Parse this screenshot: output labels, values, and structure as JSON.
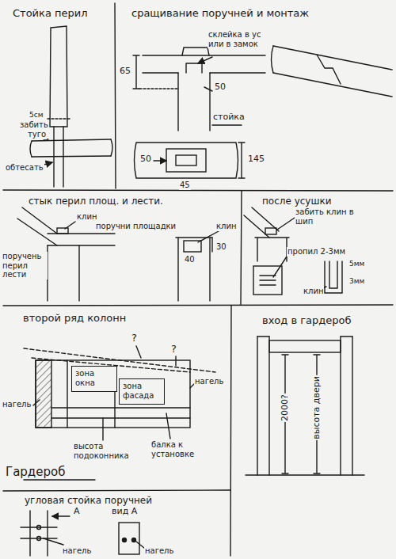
{
  "diagram": {
    "nodes": [
      {
        "text": [
          "зона окна"
        ]
      },
      {
        "text": [
          "зона фасада"
        ]
      }
    ],
    "labels": [
      "Стойка перил",
      "сращивание поручней и монтаж",
      "склейка в ус или в замок",
      "65",
      "50",
      "стойка",
      "50",
      "145",
      "45",
      "5см",
      "забить",
      "туго",
      "обтесать",
      "стык перил площ. и лести.",
      "клин",
      "поручень перил лести",
      "поручни площадки",
      "клин",
      "40",
      "30",
      "после усушки",
      "забить клин в шип",
      "пропил 2-3мм",
      "5мм",
      "3мм",
      "клин",
      "второй ряд колонн",
      "?",
      "?",
      "нагель",
      "нагель",
      "высота подоконника",
      "балка к установке",
      "Гардероб",
      "вход в гардероб",
      "2000?",
      "высота двери",
      "угловая стойка поручней",
      "А",
      "вид А",
      "нагель",
      "нагель"
    ]
  }
}
